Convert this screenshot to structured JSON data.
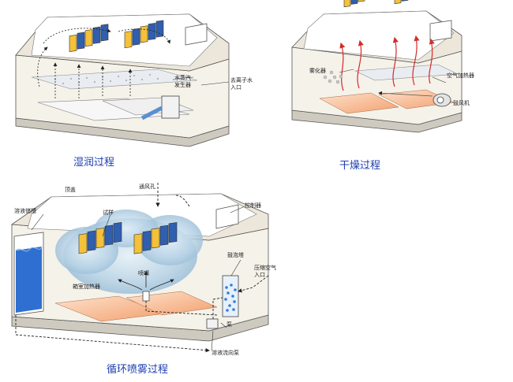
{
  "captions": {
    "humid": "湿润过程",
    "dry": "干燥过程",
    "cycle": "循环喷雾过程"
  },
  "humid_labels": {
    "steam": "水蒸汽\n发生器",
    "water_in": "去离子水\n入口"
  },
  "dry_labels": {
    "atomizer": "雾化器",
    "air_heater": "空气加热器",
    "fan": "鼓风机"
  },
  "cycle_labels": {
    "top_cover": "顶盖",
    "vent": "通风孔",
    "tank": "溶液储槽",
    "controller": "控制器",
    "specimen": "试样",
    "bubble_tower": "鼓泡塔",
    "compressed_air": "压缩空气\n入口",
    "nozzle": "喷嘴",
    "heater": "箱室加热器",
    "pump": "泵",
    "return_pump": "溶液流向泵"
  },
  "colors": {
    "chamber_shell": "#ece7da",
    "specimen_yellow": "#f3c13a",
    "specimen_blue": "#2f5fae",
    "heater_floor": "#f6b58a",
    "caption": "#1f3fb0",
    "arrow_red": "#d62a2a",
    "mist": "#9fc3dc"
  }
}
